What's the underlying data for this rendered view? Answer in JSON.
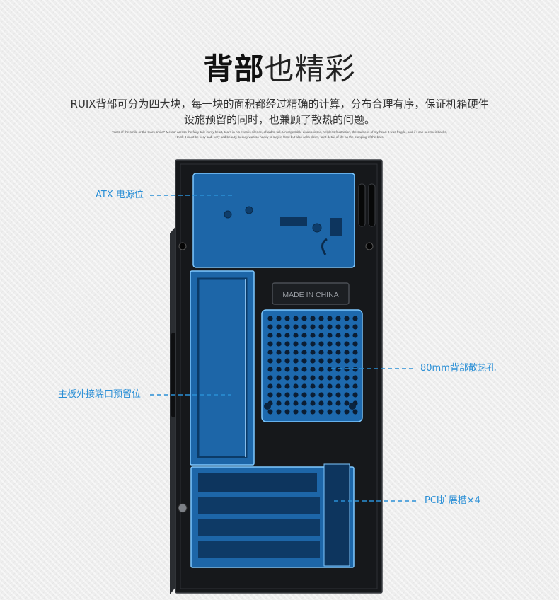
{
  "title": {
    "bold": "背部",
    "light": "也精彩"
  },
  "description": {
    "line1": "RUIX背部可分为四大块，每一块的面积都经过精确的计算，分布合理有序，保证机箱硬件",
    "line2": "设施预留的同时，也兼顾了散热的问题。"
  },
  "fine_print": {
    "line1": "Tears of the smile or the tears smile? Meteor across the fairy-tale in my heart, tears in his eyes is silence, afraid to fall. Unforgettable disappointed, helpless frustration, the sadness of my heart it was fragile, and if I can see their backs,",
    "line2": "I think it must be very sad, very sad beauty, beauty was so heavy to stay in front but also calm down, faint detail of life as the pumping of the bars."
  },
  "callouts": {
    "psu": "ATX 电源位",
    "io": "主板外接端口预留位",
    "fan": "80mm背部散热孔",
    "pci": "PCI扩展槽×4"
  },
  "case_marking": "MADE IN CHINA",
  "colors": {
    "highlight_fill": "#1e78c8",
    "highlight_border": "#7ec8ff",
    "label_text": "#2a8fd6",
    "case_body": "#16181b"
  }
}
